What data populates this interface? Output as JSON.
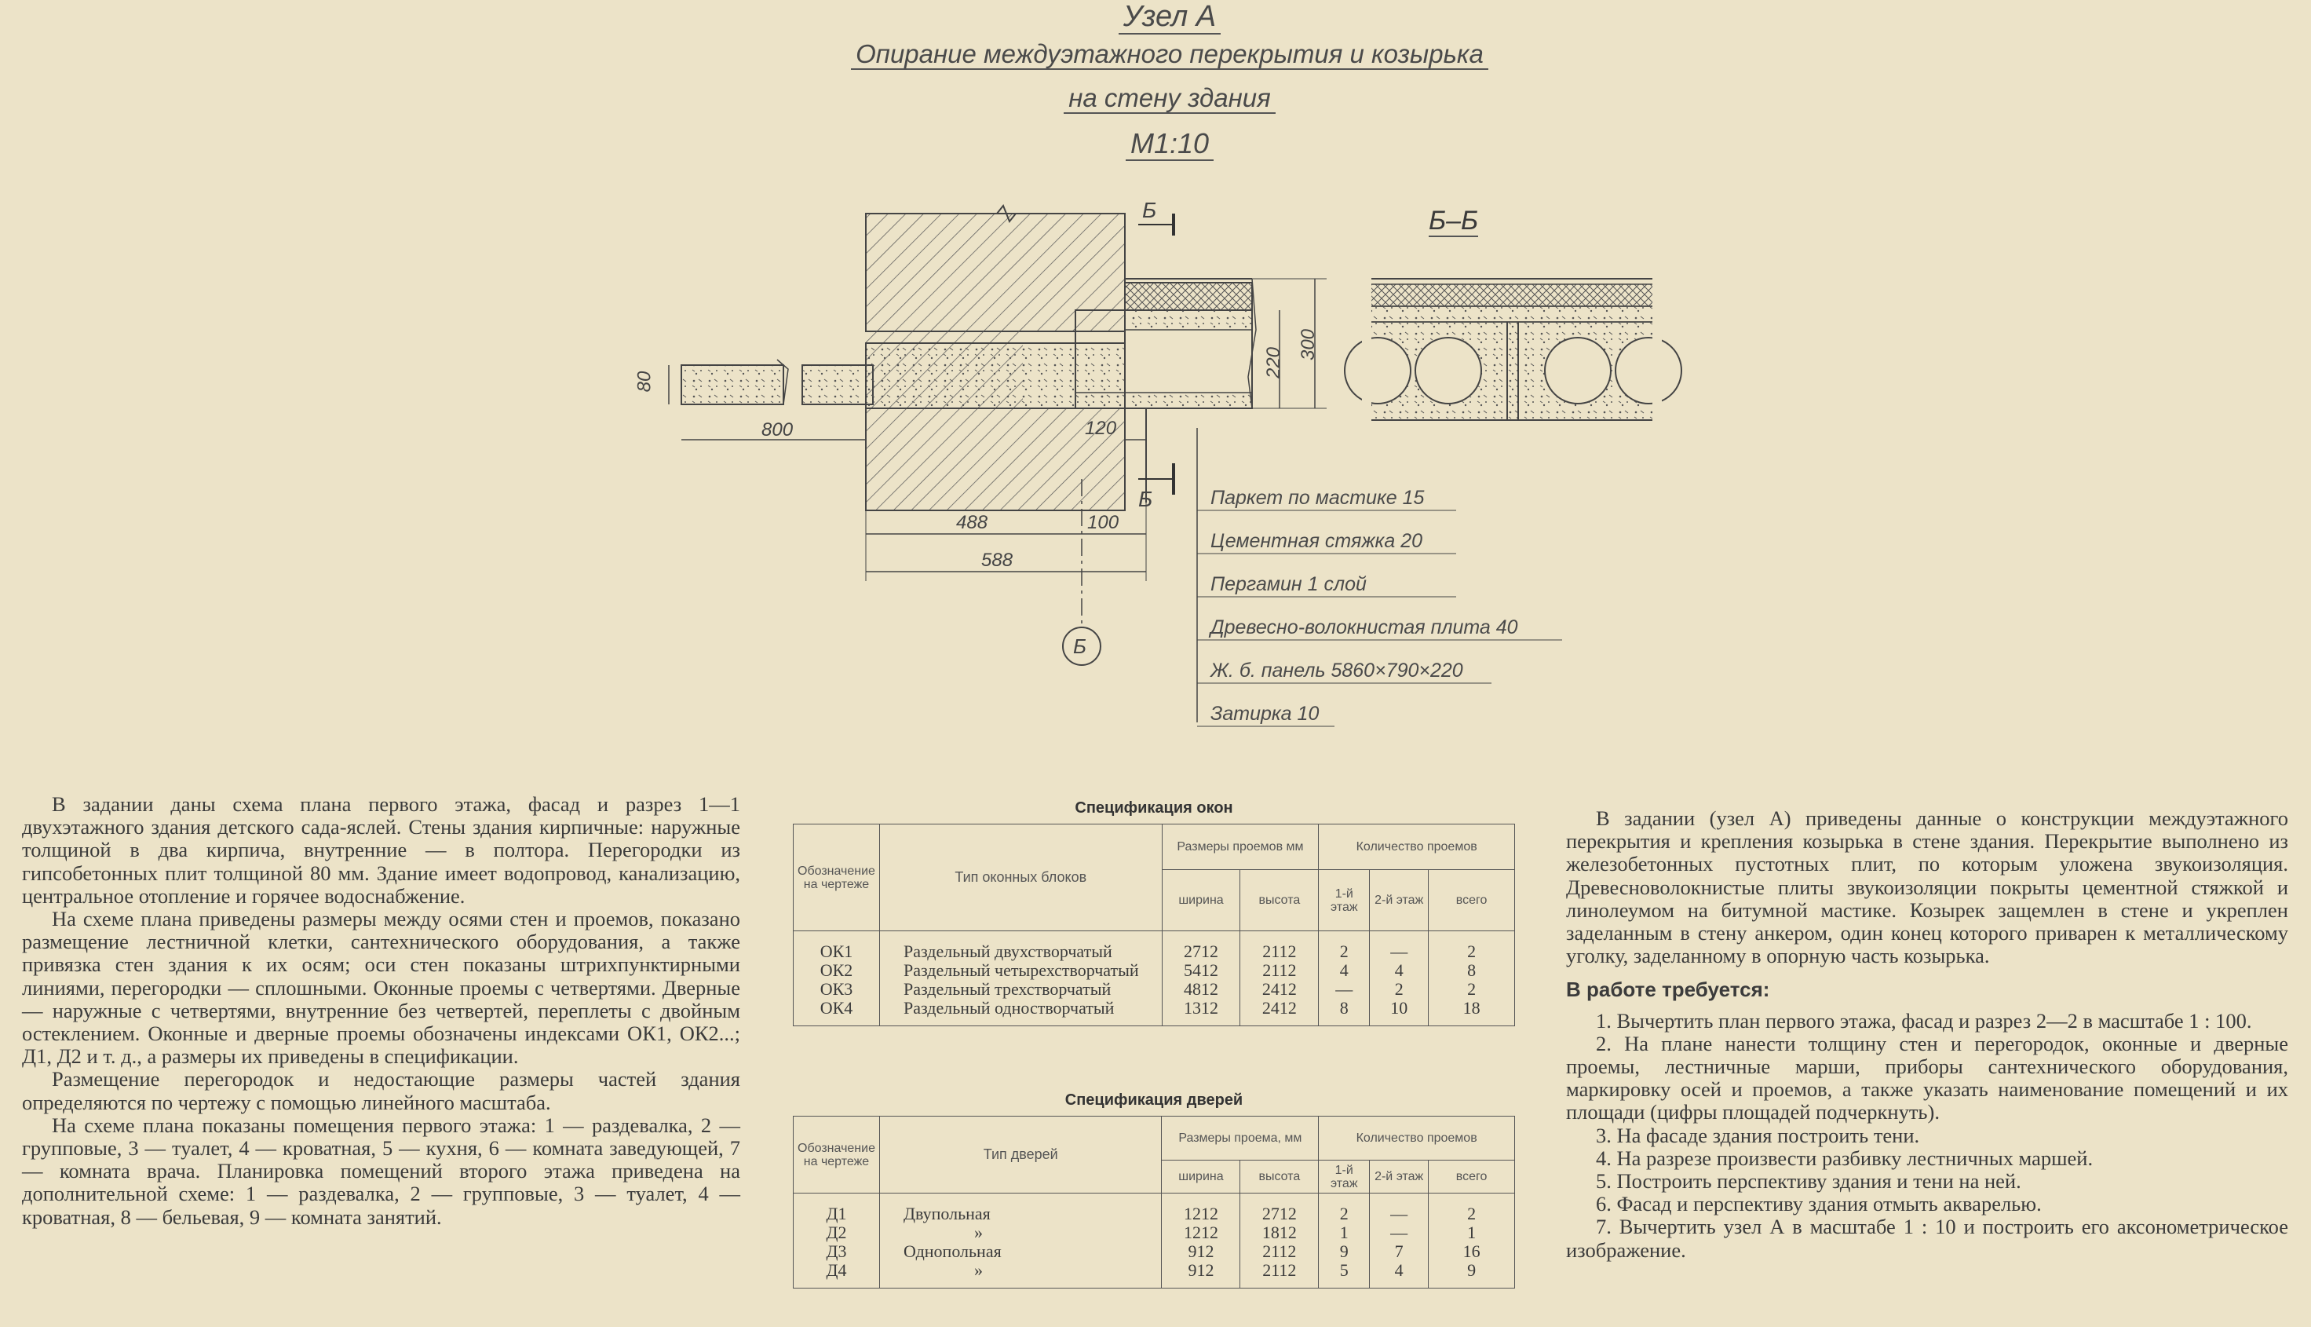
{
  "header": {
    "node_title": "Узел А",
    "subtitle_line1": "Опирание междуэтажного перекрытия и козырька",
    "subtitle_line2": "на стену здания",
    "scale": "М1:10",
    "section_label": "Б–Б"
  },
  "drawing": {
    "cut_label": "Б",
    "axis_label": "Б",
    "dims": {
      "d80": "80",
      "d800": "800",
      "d220": "220",
      "d300": "300",
      "d120": "120",
      "d488": "488",
      "d100": "100",
      "d588": "588"
    },
    "layers": [
      "Паркет по мастике 15",
      "Цементная стяжка 20",
      "Пергамин 1 слой",
      "Древесно-волокнистая плита 40",
      "Ж. б. панель 5860×790×220",
      "Затирка 10"
    ]
  },
  "left_text": [
    "В задании даны схема плана первого этажа, фасад и разрез 1—1 двухэтажного здания детского сада-яслей. Стены здания кирпичные: наружные толщиной в два кирпича, внутренние — в полтора. Перегородки из гипсобетонных плит толщиной 80 мм. Здание имеет водопровод, канализацию, центральное отопление и горячее водоснабжение.",
    "На схеме плана приведены размеры между осями стен и проемов, показано размещение лестничной клетки, сантехнического оборудования, а также привязка стен здания к их осям; оси стен показаны штрихпунктирными линиями, перегородки — сплошными. Оконные проемы с четвертями. Дверные — наружные с четвертями, внутренние без четвертей, переплеты с двойным остеклением. Оконные и дверные проемы обозначены индексами ОК1, ОК2...; Д1, Д2 и т. д., а размеры их приведены в спецификации.",
    "Размещение перегородок и недостающие размеры частей здания определяются по чертежу с помощью линейного масштаба.",
    "На схеме плана показаны помещения первого этажа: 1 — раздевалка, 2 — групповые, 3 — туалет, 4 — кроватная, 5 — кухня, 6 — комната заведующей, 7 — комната врача. Планировка помещений второго этажа приведена на дополнительной схеме: 1 — раздевалка, 2 — групповые, 3 — туалет, 4 — кроватная, 8 — бельевая, 9 — комната занятий."
  ],
  "windows_spec": {
    "title": "Спецификация окон",
    "headers": {
      "designation": "Обозначение на чертеже",
      "type": "Тип оконных блоков",
      "sizes": "Размеры проемов мм",
      "width": "ширина",
      "height": "высота",
      "count": "Количество проемов",
      "floor1": "1-й этаж",
      "floor2": "2-й этаж",
      "total": "всего"
    },
    "rows": [
      {
        "id": "ОК1",
        "type": "Раздельный двухстворчатый",
        "w": "2712",
        "h": "2112",
        "f1": "2",
        "f2": "—",
        "t": "2"
      },
      {
        "id": "ОК2",
        "type": "Раздельный четырехстворчатый",
        "w": "5412",
        "h": "2112",
        "f1": "4",
        "f2": "4",
        "t": "8"
      },
      {
        "id": "ОК3",
        "type": "Раздельный трехстворчатый",
        "w": "4812",
        "h": "2412",
        "f1": "—",
        "f2": "2",
        "t": "2"
      },
      {
        "id": "ОК4",
        "type": "Раздельный одностворчатый",
        "w": "1312",
        "h": "2412",
        "f1": "8",
        "f2": "10",
        "t": "18"
      }
    ]
  },
  "doors_spec": {
    "title": "Спецификация дверей",
    "headers": {
      "designation": "Обозначение на чертеже",
      "type": "Тип дверей",
      "sizes": "Размеры проема, мм",
      "width": "ширина",
      "height": "высота",
      "count": "Количество проемов",
      "floor1": "1-й этаж",
      "floor2": "2-й этаж",
      "total": "всего"
    },
    "rows": [
      {
        "id": "Д1",
        "type": "Двупольная",
        "w": "1212",
        "h": "2712",
        "f1": "2",
        "f2": "—",
        "t": "2"
      },
      {
        "id": "Д2",
        "type": "»",
        "w": "1212",
        "h": "1812",
        "f1": "1",
        "f2": "—",
        "t": "1"
      },
      {
        "id": "Д3",
        "type": "Однопольная",
        "w": "912",
        "h": "2112",
        "f1": "9",
        "f2": "7",
        "t": "16"
      },
      {
        "id": "Д4",
        "type": "»",
        "w": "912",
        "h": "2112",
        "f1": "5",
        "f2": "4",
        "t": "9"
      }
    ]
  },
  "right_text": {
    "intro": "В задании (узел А) приведены данные о конструкции междуэтажного перекрытия и крепления козырька в стене здания. Перекрытие выполнено из железобетонных пустотных плит, по которым уложена звукоизоляция. Древесноволокнистые плиты звукоизоляции покрыты цементной стяжкой и линолеумом на битумной мастике. Козырек защемлен в стене и укреплен заделанным в стену анкером, один конец которого приварен к металлическому уголку, заделанному в опорную часть козырька.",
    "req_title": "В работе требуется:",
    "items": [
      "1. Вычертить план первого этажа, фасад и разрез 2—2 в масштабе 1 : 100.",
      "2. На плане нанести толщину стен и перегородок, оконные и дверные проемы, лестничные марши, приборы сантехнического оборудования, маркировку осей и проемов, а также указать наименование помещений и их площади (цифры площадей подчеркнуть).",
      "3. На фасаде здания построить тени.",
      "4. На разрезе произвести разбивку лестничных маршей.",
      "5. Построить перспективу здания и тени на ней.",
      "6. Фасад и перспективу здания отмыть акварелью.",
      "7. Вычертить узел А в масштабе 1 : 10 и построить его аксонометрическое изображение."
    ]
  }
}
